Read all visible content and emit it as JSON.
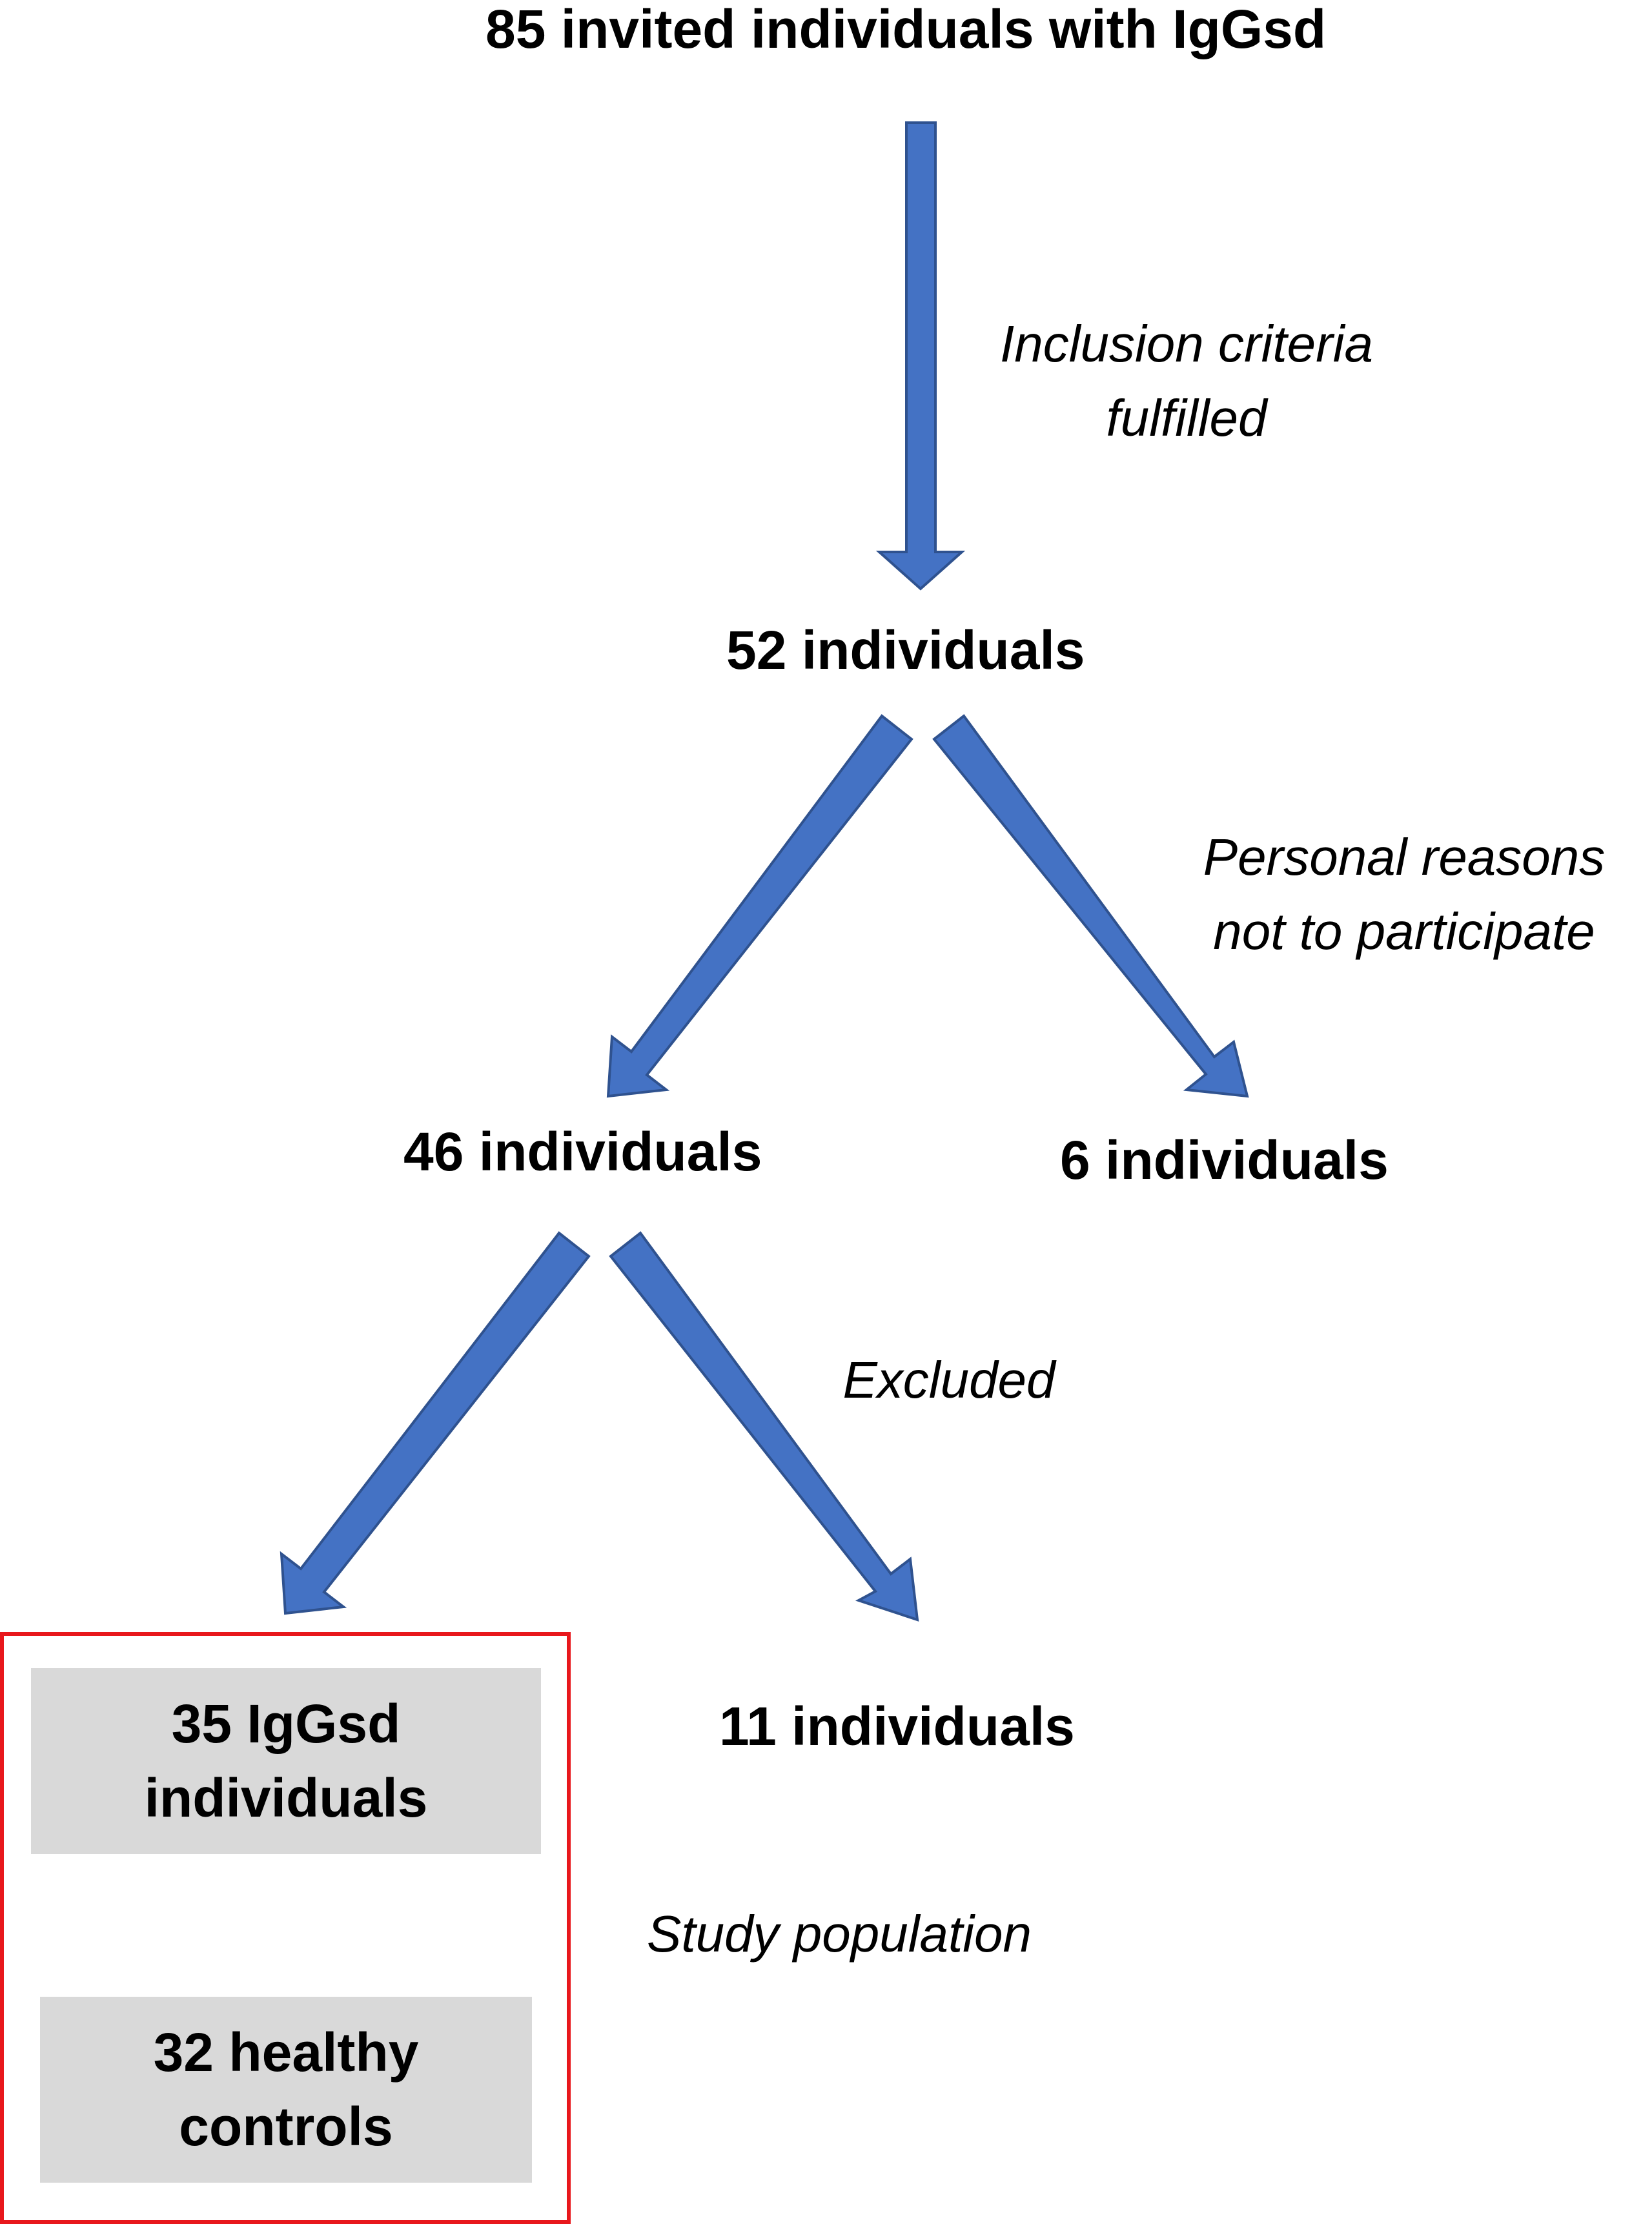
{
  "colors": {
    "arrow_fill": "#4472c4",
    "arrow_stroke": "#2f528f",
    "box_fill": "#d9d9d9",
    "frame": "#e8171c"
  },
  "nodes": {
    "invited": "85 invited individuals with IgGsd",
    "fifty_two": "52 individuals",
    "forty_six": "46 individuals",
    "six": "6 individuals",
    "eleven": "11 individuals"
  },
  "notes": {
    "inclusion_line1": "Inclusion criteria",
    "inclusion_line2": "fulfilled",
    "personal_line1": "Personal reasons",
    "personal_line2": "not to participate",
    "excluded": "Excluded",
    "study_population": "Study population"
  },
  "boxes": {
    "iggsd_line1": "35 IgGsd",
    "iggsd_line2": "individuals",
    "controls_line1": "32 healthy",
    "controls_line2": "controls"
  },
  "edges": [
    {
      "from": "invited",
      "to": "fifty_two",
      "label": "Inclusion criteria fulfilled"
    },
    {
      "from": "fifty_two",
      "to": "forty_six"
    },
    {
      "from": "fifty_two",
      "to": "six",
      "label": "Personal reasons not to participate"
    },
    {
      "from": "forty_six",
      "to": "study_population"
    },
    {
      "from": "forty_six",
      "to": "eleven",
      "label": "Excluded"
    }
  ]
}
